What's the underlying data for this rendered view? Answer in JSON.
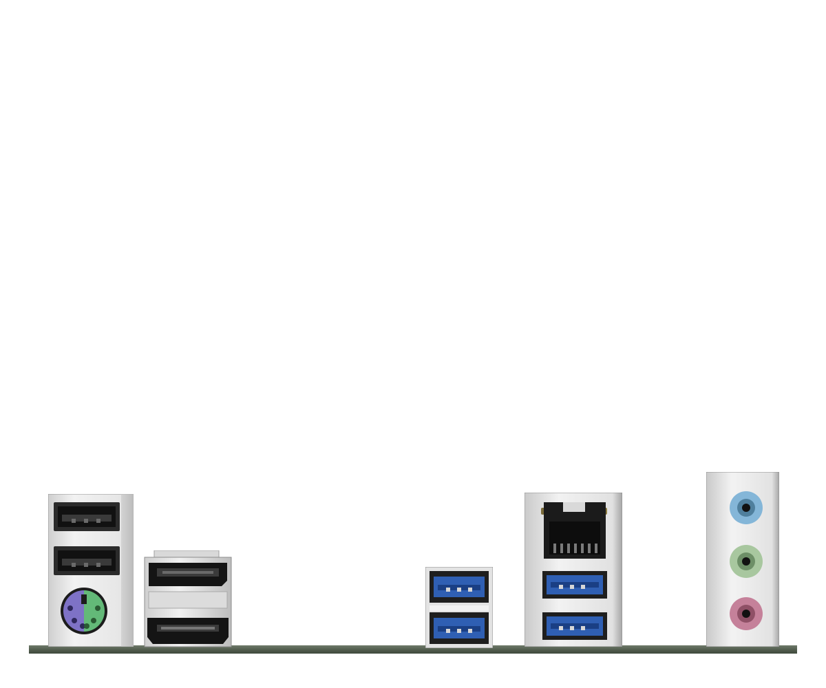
{
  "image": {
    "subject": "",
    "ports": [
      {
        "id": "usb2-ps2-stack"
      },
      {
        "id": "displayport-hdmi-stack"
      },
      {
        "id": "usb3-dual"
      },
      {
        "id": "rj45-usb3-stack"
      },
      {
        "id": "audio-jacks"
      }
    ]
  },
  "colors": {
    "background": "#ffffff",
    "metal": "#e6e6e6",
    "metal_shadow": "#b9b9b9",
    "usb3_blue": "#2f5fb3",
    "ps2_purple": "#7e72c6",
    "ps2_green": "#63b978",
    "audio_blue": "#84b6d8",
    "audio_green": "#a8c79f",
    "audio_pink": "#c5819a",
    "pcb": "#56614f"
  },
  "icons": [
    "usb-port-icon",
    "ps2-port-icon",
    "displayport-icon",
    "hdmi-port-icon",
    "rj45-port-icon",
    "audio-jack-icon"
  ]
}
